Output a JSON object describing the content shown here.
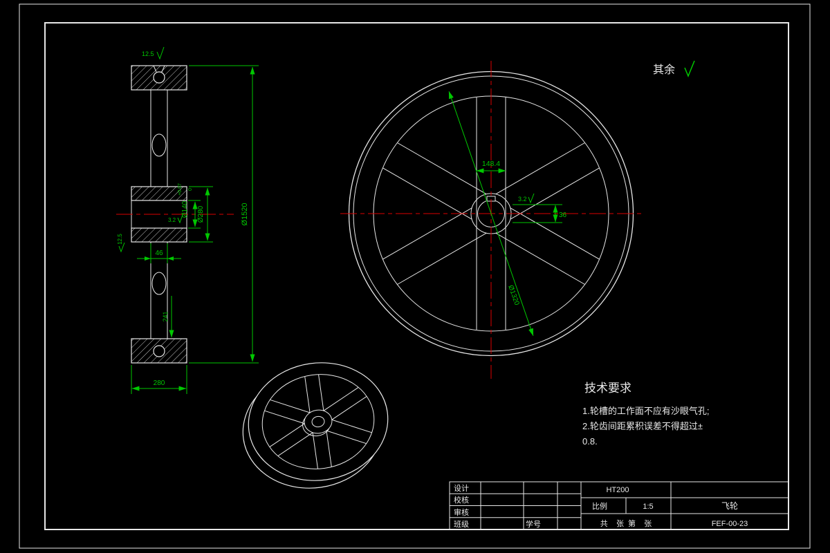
{
  "colors": {
    "background": "#000000",
    "line": "#e8e8e8",
    "dimension_green": "#00c800",
    "centerline_red": "#dd0000"
  },
  "annotations": {
    "surface_default_label": "其余",
    "roughness_rim_top": "12.5",
    "roughness_hub_side": "12.5",
    "roughness_hub_bore": "3.2",
    "roughness_front_hub": "3.2"
  },
  "section_view": {
    "dim_outer_diameter": "Ø1520",
    "dim_hub_diameter": "Ø280",
    "dim_bore_diameter": "Ø140",
    "dim_bore_tol_upper": "+0.07",
    "dim_bore_tol_lower": "0",
    "dim_web_thickness": "46",
    "dim_rim_width": "280",
    "dim_rim_inner": "241"
  },
  "front_view": {
    "dim_spoke_width": "148.4",
    "dim_keyway": "36",
    "dim_spoke_circle": "Ø1320"
  },
  "technical_requirements": {
    "title": "技术要求",
    "lines": [
      "1.轮槽的工作面不应有沙眼气孔;",
      "2.轮齿间距累积误差不得超过±",
      "0.8."
    ]
  },
  "title_block": {
    "design_label": "设计",
    "proof_label": "校核",
    "audit_label": "审核",
    "class_label": "班级",
    "student_id_label": "学号",
    "material": "HT200",
    "scale_label": "比例",
    "scale_value": "1:5",
    "part_name": "飞轮",
    "sheet_label": "共    张  第    张",
    "drawing_number": "FEF-00-23"
  }
}
